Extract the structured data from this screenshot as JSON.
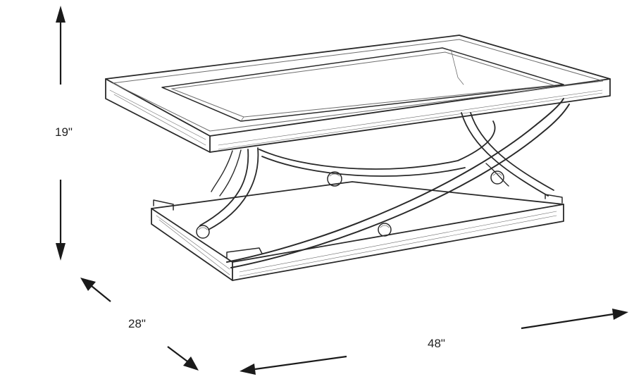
{
  "dimensions": {
    "height": "19\"",
    "depth": "28\"",
    "width": "48\""
  }
}
